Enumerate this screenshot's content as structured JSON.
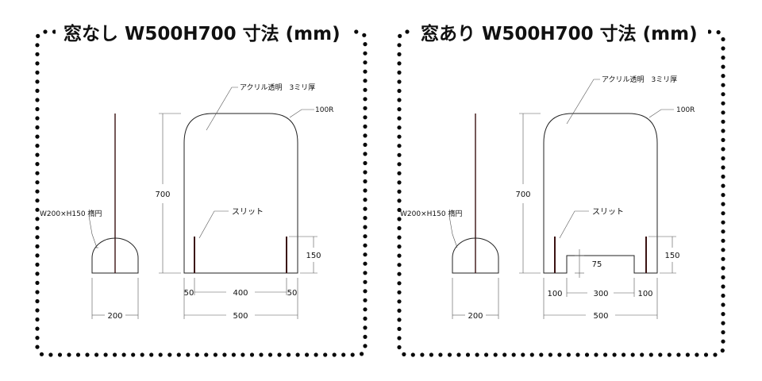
{
  "panels": [
    {
      "title": "窓なし W500H700 寸法 (mm)",
      "material_label": "アクリル透明　3ミリ厚",
      "radius_label": "100R",
      "slit_label": "スリット",
      "base_label": "W200×H150 楕円",
      "height_label": "700",
      "slit_height_label": "150",
      "base_width_label": "200",
      "total_width_label": "500",
      "bottom_dims": [
        "50",
        "400",
        "50"
      ]
    },
    {
      "title": "窓あり W500H700 寸法 (mm)",
      "material_label": "アクリル透明　3ミリ厚",
      "radius_label": "100R",
      "slit_label": "スリット",
      "base_label": "W200×H150 楕円",
      "height_label": "700",
      "slit_height_label": "150",
      "base_width_label": "200",
      "total_width_label": "500",
      "window_height_label": "75",
      "bottom_dims": [
        "100",
        "300",
        "100"
      ]
    }
  ]
}
